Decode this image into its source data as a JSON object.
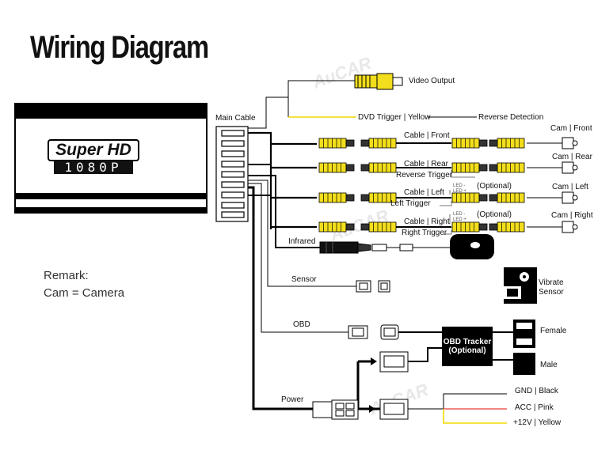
{
  "title": "Wiring Diagram",
  "device": {
    "line1": "Super HD",
    "line2": "1080P"
  },
  "remark": {
    "heading": "Remark:",
    "text": "Cam = Camera"
  },
  "labels": {
    "main_cable": "Main Cable",
    "video_output": "Video Output",
    "dvd_trigger": "DVD Trigger | Yellow",
    "reverse_detection": "Reverse Detection",
    "cable_front": "Cable | Front",
    "cable_rear": "Cable | Rear",
    "reverse_trigger": "Reverse Trigger",
    "cable_left": "Cable | Left",
    "left_trigger": "Left Trigger",
    "cable_right": "Cable | Right",
    "right_trigger": "Right Trigger",
    "optional": "(Optional)",
    "cam_front": "Cam | Front",
    "cam_rear": "Cam | Rear",
    "cam_left": "Cam | Left",
    "cam_right": "Cam | Right",
    "infrared": "Infrared",
    "sensor": "Sensor",
    "vibrate_sensor_1": "Vibrate",
    "vibrate_sensor_2": "Sensor",
    "obd": "OBD",
    "obd_tracker_1": "OBD Tracker",
    "obd_tracker_2": "(Optional)",
    "female": "Female",
    "male": "Male",
    "power": "Power",
    "gnd": "GND | Black",
    "acc": "ACC | Pink",
    "v12": "+12V | Yellow",
    "led_minus": "LED -",
    "led_plus": "LED +"
  },
  "colors": {
    "connector_yellow": "#f2de1c",
    "dvd_wire": "#f0d800",
    "acc_wire": "#f25a5a",
    "v12_wire": "#f0d800",
    "watermark": "#e6e6e6"
  },
  "watermark": "AuCAR"
}
